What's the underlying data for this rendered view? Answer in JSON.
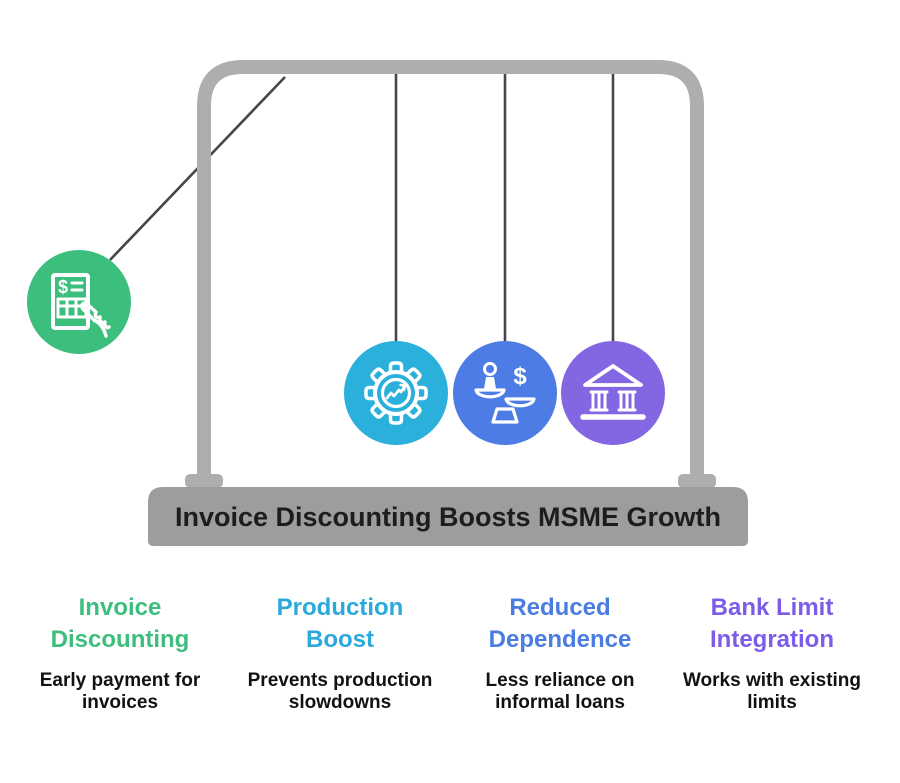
{
  "base_bar": {
    "title": "Invoice Discounting Boosts MSME Growth"
  },
  "pendulum": {
    "swing_ball": {
      "label": "invoice-discounting",
      "color": "#3CBE7D",
      "dollar_glyph": "$"
    },
    "balls": [
      {
        "label": "production-boost",
        "color": "#2BAFDB"
      },
      {
        "label": "reduced-dependence",
        "color": "#4C7CE4",
        "dollar_glyph": "$"
      },
      {
        "label": "bank-limit-integration",
        "color": "#8266E2"
      }
    ]
  },
  "columns": [
    {
      "title_lines": [
        "Invoice",
        "Discounting"
      ],
      "color": "#3CBE7D",
      "desc_lines": [
        "Early payment for",
        "invoices"
      ]
    },
    {
      "title_lines": [
        "Production",
        "Boost"
      ],
      "color": "#2BA9DC",
      "desc_lines": [
        "Prevents production",
        "slowdowns"
      ]
    },
    {
      "title_lines": [
        "Reduced",
        "Dependence"
      ],
      "color": "#4A7CE2",
      "desc_lines": [
        "Less reliance on",
        "informal loans"
      ]
    },
    {
      "title_lines": [
        "Bank Limit",
        "Integration"
      ],
      "color": "#7D5CE8",
      "desc_lines": [
        "Works with existing",
        "limits"
      ]
    }
  ],
  "colors": {
    "frame": "#AEAEAE",
    "base_bar": "#9D9D9D",
    "string": "#46464a",
    "title_text": "#1d1d1d",
    "icon_stroke": "#ffffff",
    "body_text": "#121212"
  }
}
